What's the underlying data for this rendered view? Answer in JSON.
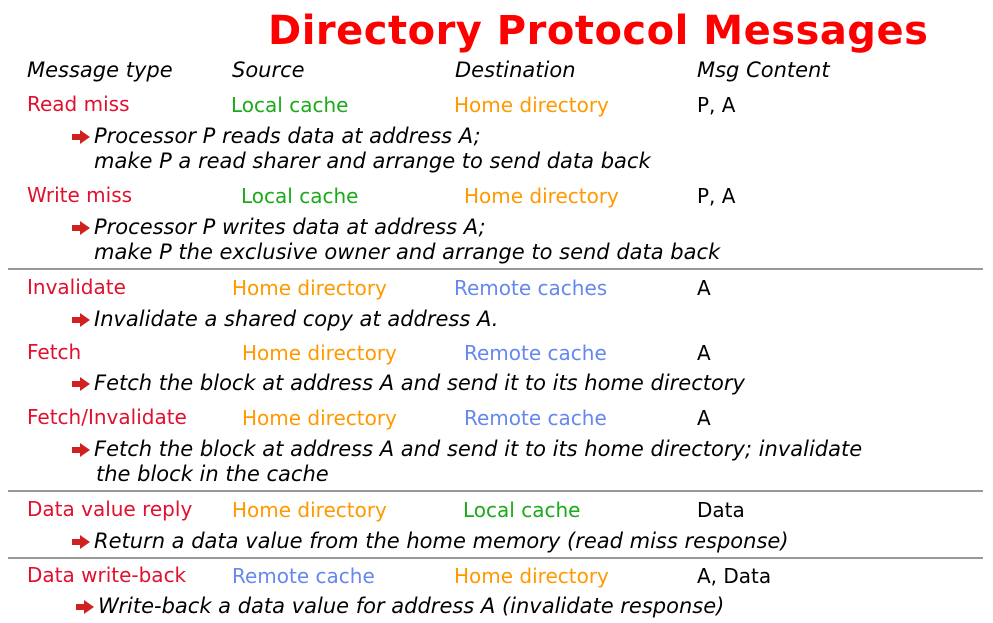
{
  "title": "Directory Protocol Messages",
  "headers": {
    "type": "Message type",
    "source": "Source",
    "destination": "Destination",
    "content": "Msg Content"
  },
  "colors": {
    "title": "#ff0000",
    "message_type": "#e0102e",
    "local_cache": "#1aaa1a",
    "home_directory": "#ff9900",
    "remote_cache": "#6688ee",
    "bullet": "#d02020",
    "rule": "#999999"
  },
  "bullet_icon": "arrow-right-icon",
  "rows": [
    {
      "type": "Read miss",
      "source": "Local cache",
      "destination": "Home directory",
      "content": "P, A",
      "desc_line1": "Processor P reads data at address A;",
      "desc_line2": "make P a read sharer and arrange to send data back"
    },
    {
      "type": "Write miss",
      "source": "Local cache",
      "destination": "Home directory",
      "content": "P, A",
      "desc_line1": "Processor P writes data at address A;",
      "desc_line2": "make P the exclusive owner and arrange to send data back"
    },
    {
      "type": "Invalidate",
      "source": "Home directory",
      "destination": "Remote caches",
      "content": "A",
      "desc_line1": "Invalidate a shared copy at address A."
    },
    {
      "type": "Fetch",
      "source": "Home directory",
      "destination": "Remote cache",
      "content": "A",
      "desc_line1": "Fetch the block at address A and send it to its home directory"
    },
    {
      "type": "Fetch/Invalidate",
      "source": "Home directory",
      "destination": "Remote cache",
      "content": "A",
      "desc_line1": "Fetch the block at address A and send it to its home directory; invalidate",
      "desc_line2": "the block in the cache"
    },
    {
      "type": "Data value reply",
      "source": "Home directory",
      "destination": "Local cache",
      "content": "Data",
      "desc_line1": "Return a data value from the home memory (read miss response)"
    },
    {
      "type": "Data write-back",
      "source": "Remote cache",
      "destination": "Home directory",
      "content": "A, Data",
      "desc_line1": "Write-back a data value for address A (invalidate response)"
    }
  ]
}
